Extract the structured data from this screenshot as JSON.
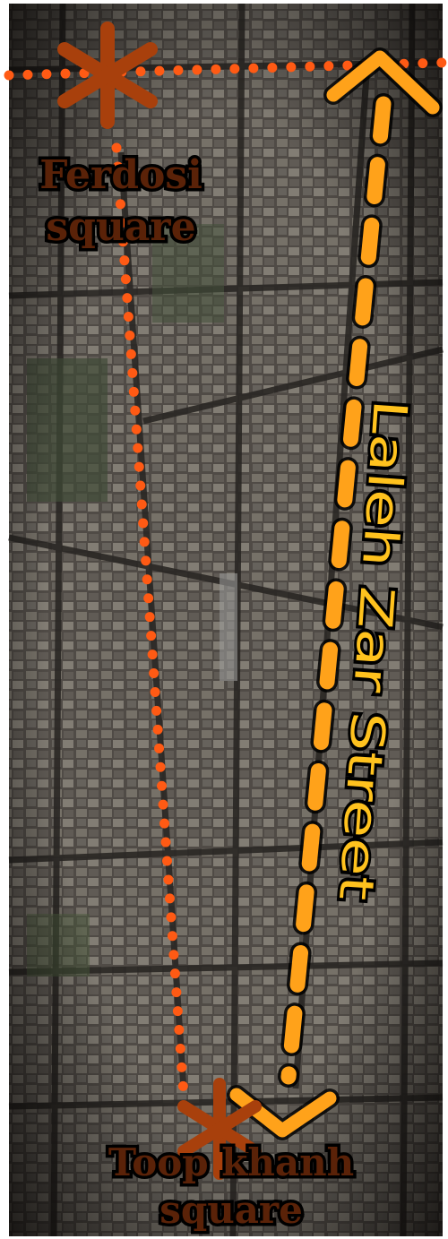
{
  "labels": {
    "top_square_line1": "Ferdosi",
    "top_square_line2": "square",
    "bottom_square_line1": "Toop khanh",
    "bottom_square_line2": "square",
    "street_name": "Laleh Zar Street"
  },
  "colors": {
    "route_dotted": "#ff5a14",
    "street_dashed": "#ffa21a",
    "square_marker": "#a8400c",
    "label_dark_text": "#5a2208",
    "label_outline": "#000000",
    "street_label_fill": "#ffc21e",
    "frame": "#ffffff",
    "vignette": "#050302",
    "imagery_base": "#4c4844"
  },
  "icons": {
    "top_square_marker": "asterisk-icon",
    "bottom_square_marker": "asterisk-icon",
    "top_arrow": "chevron-up-icon",
    "bottom_arrow": "chevron-down-icon"
  }
}
